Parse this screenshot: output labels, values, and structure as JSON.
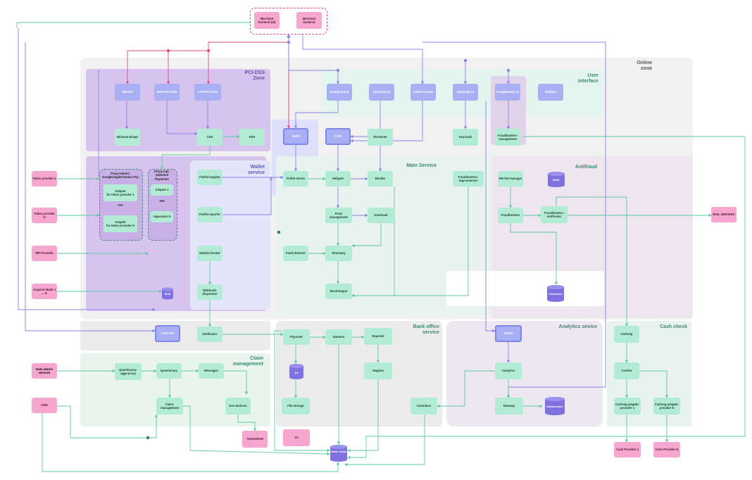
{
  "zones": {
    "online": "Online\nzone",
    "pci": "PCI-DSS\nZone",
    "user_interface": "User\ninterface",
    "wallet": "Wallet\nservice",
    "main": "Main Service",
    "antifraud": "Antifraud",
    "backoffice": "Back office\nservice",
    "analytics": "Analytics sevice",
    "cash_check": "Cash check",
    "claim": "Claim\nmanagement"
  },
  "nodes": {
    "merchant_frontend": "Merchant frontend (UI)",
    "merchant_backend": "Merchant backend",
    "bin_api": "BIN API",
    "wapi_pci": "WAPI-PCI DSS",
    "capi_pci": "CAPI-PCI DSS",
    "dashboard_ui": "Dashboard UI",
    "checkout_ui": "Checkout UI",
    "control_center": "Control-center",
    "keycloak_ui": "Keycloak UI",
    "fraudbusters_ui": "Fraudbusters UI",
    "grafana": "Grafana",
    "binbase": "Binbase-binapi",
    "cds": "CDS",
    "kds": "KDS",
    "wapi": "WAPI",
    "capi": "CAPI",
    "shortener": "Shortener",
    "keycloak": "Keycloak",
    "fb_management": "Fraudbusters-management",
    "proxy_google": "Proxy-tokens-Google/Apple/Yandex Pay",
    "adapter_1": "Adapter\nfor token provider 1",
    "adapter_n": "Adapter\nfor token provider N",
    "proxy_mpi": "Proxy-mpi-3ds/emul Payments",
    "adapter_m1": "Adapter 1",
    "adapter_mn": "Apparatus N",
    "token_1": "Token provider 1",
    "token_n": "Token provider N",
    "mpi": "MPI Provider",
    "acquirer": "Acquirer Bank 1 ... N",
    "fistful_magista": "Fistful-magista",
    "fistful_reporter": "Fistful-reporter",
    "wallets_hooker": "Wallets-hooker",
    "webhook_dispatcher": "Webhook-dispatcher",
    "fistful_server": "Fistful-server",
    "hellgate": "Hellgate",
    "bender": "Bender",
    "party_management": "Party management",
    "dominant": "Dominant",
    "fault_detector": "Fault-detector",
    "shumway": "Shumway",
    "machinegun": "Machinegun",
    "fb_connector": "Fraudbusters-mgconnector",
    "wblist": "Wb-list-manager",
    "fraudbusters": "Fraudbusters",
    "fb_notificator": "Fraudbusters-notificator",
    "mail_server": "MAIL SERVERS",
    "riak_af": "RIAK",
    "riak_pci": "RIAK",
    "clickhouse": "ClickHouse",
    "capi_v2": "CAPI API",
    "notificator": "Notificator",
    "payouter": "Payouter",
    "daemon": "Daemon",
    "reporter": "Reporter",
    "magista": "Magista",
    "anapi": "ANAPI",
    "analytics": "Analytics",
    "newway": "Newway",
    "columbus": "Columbus",
    "elasticsearch": "Elasticsearch",
    "file_storage": "File-storage",
    "s3": "S3",
    "s3_big": "S3",
    "kafka": "Kafka Cluster",
    "questionary": "Questionary",
    "questionary_proxy": "Questionary-aggr-proxy",
    "messages": "Messages",
    "claim_mgmt": "Claim-management",
    "dev_dadcom": "Dev-dadcom",
    "telegram": "TELEGRAM",
    "data_search": "Data search services",
    "crm": "CRM",
    "cashreg": "Cashreg",
    "cashier": "Cashier",
    "cashreg_adapter_1": "Cashreg-adapter-provider 1",
    "cashreg_adapter_n": "Cashreg-adapter-provider N",
    "cash_provider_1": "Cash Provider 1",
    "cash_provider_n": "Cash Provider N"
  },
  "colors": {
    "green_node": "#b3ecd6",
    "purple_node": "#a9aff3",
    "pink_node": "#f7a6cf",
    "pink_line": "#e8458a",
    "purple_line": "#8a82e8",
    "green_line": "#5ec89f",
    "pci_zone": "#d7c4ee",
    "wallet_zone": "#e3e4fb",
    "grey_zone": "#eeeeee"
  },
  "icons": [
    "database-icon",
    "ellipsis-icon",
    "arrow-icon"
  ]
}
